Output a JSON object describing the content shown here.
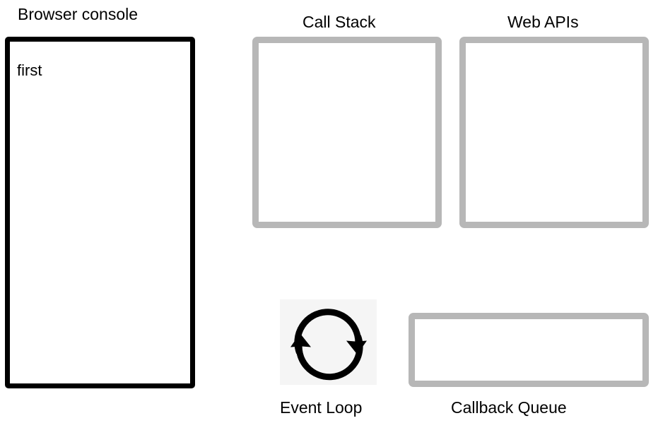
{
  "panels": {
    "console": {
      "title": "Browser console",
      "log_lines": [
        "first"
      ],
      "border_color": "#000000"
    },
    "call_stack": {
      "title": "Call Stack",
      "frames": [],
      "border_color": "#b7b7b7"
    },
    "web_apis": {
      "title": "Web APIs",
      "items": [],
      "border_color": "#b7b7b7"
    },
    "callback_queue": {
      "title": "Callback Queue",
      "items": [],
      "border_color": "#b7b7b7"
    },
    "event_loop": {
      "title": "Event Loop",
      "icon": "circular-arrows-icon",
      "icon_background": "#f5f5f5",
      "icon_color": "#000000"
    }
  }
}
